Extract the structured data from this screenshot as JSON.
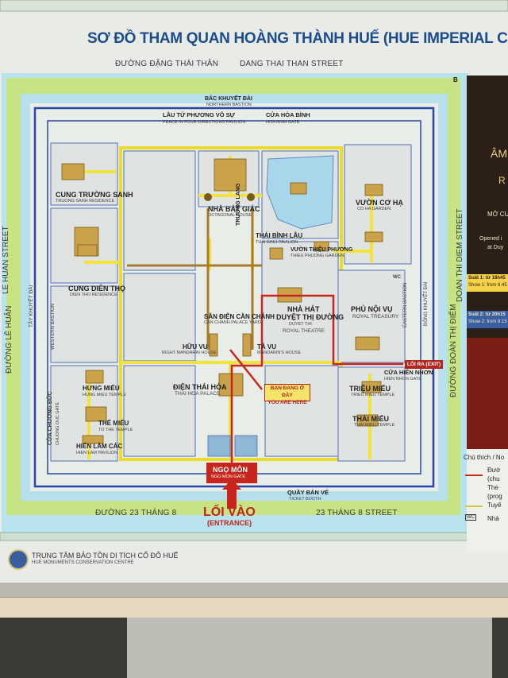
{
  "title": "SƠ ĐỒ THAM QUAN HOÀNG THÀNH HUẾ (HUE IMPERIAL CITY TOURIST",
  "streets": {
    "top_vn": "ĐƯỜNG ĐẶNG THÁI THÂN",
    "top_en": "DANG THAI THAN STREET",
    "bottom_left": "ĐƯỜNG 23 THÁNG 8",
    "bottom_right": "23 THÁNG 8 STREET",
    "left_en": "LE HUAN STREET",
    "left_vn": "ĐƯỜNG LÊ HUÂN",
    "right_en": "DOAN THI DIEM STREET",
    "right_vn": "ĐƯỜNG ĐOÀN THỊ ĐIỂM"
  },
  "places": {
    "bac_khuyet_dai": "BẮC KHUYẾT ĐÀI",
    "bac_khuyet_dai_en": "NORTHERN BASTION",
    "lau_tu_phuong": "LẦU TỨ PHƯƠNG VÔ SỰ",
    "lau_tu_phuong_en": "PEACE IN FOUR DIRECTIONS PAVILION",
    "cua_hoa_binh": "CỬA HÒA BÌNH",
    "cua_hoa_binh_en": "HOA BINH GATE",
    "cung_truong_sanh": "CUNG TRƯỜNG SANH",
    "cung_truong_sanh_en": "TRUONG SANH RESIDENCE",
    "nha_bat_giac": "NHÀ BÁT GIÁC",
    "nha_bat_giac_en": "OCTAGONAL HOUSE",
    "vuon_co_ha": "VƯỜN CƠ HẠ",
    "vuon_co_ha_en": "CO HA GARDEN",
    "truong_lang": "TRƯỜNG LANG",
    "thai_binh_lau": "THÁI BÌNH LÂU",
    "thai_binh_lau_en": "THAI BINH PAVILION",
    "vuon_thieu_phuong": "VƯỜN THIỆU PHƯƠNG",
    "vuon_thieu_phuong_en": "THIEU PHUONG GARDEN",
    "cung_dien_tho": "CUNG DIÊN THỌ",
    "cung_dien_tho_en": "DIEN THO RESIDENCE",
    "nha_hat": "NHÀ HÁT",
    "duyet_thi_duong": "DUYỆT THỊ ĐƯỜNG",
    "duyet_thi_duong_en1": "DUYET THI",
    "duyet_thi_duong_en2": "ROYAL THEATRE",
    "phu_noi_vu": "PHỦ NỘI VỤ",
    "phu_noi_vu_en": "ROYAL TREASURY",
    "san_dien_can_chanh": "SÂN ĐIỆN CẦN CHÁNH",
    "san_dien_can_chanh_en": "CAN CHANH PALACE YARD",
    "huu_vu": "HỮU VU",
    "huu_vu_en": "RIGHT MANDARIN HOUSE",
    "ta_vu": "TẢ VU",
    "ta_vu_en": "MANDARIN'S HOUSE",
    "dien_thai_hoa": "ĐIỆN THÁI HÒA",
    "dien_thai_hoa_en": "THAI HOA PALACE",
    "hung_mieu": "HƯNG MIẾU",
    "hung_mieu_en": "HUNG MIEU TEMPLE",
    "the_mieu": "THẾ MIẾU",
    "the_mieu_en": "TO THE TEMPLE",
    "hien_lam_cac": "HIỂN LÂM CÁC",
    "hien_lam_cac_en": "HIEN LAM PAVILION",
    "trieu_mieu": "TRIỆU MIẾU",
    "trieu_mieu_en": "TRIEU MIEU TEMPLE",
    "thai_mieu": "THÁI MIẾU",
    "thai_mieu_en": "THAI MIEU TEMPLE",
    "cua_hien_nhon": "CỬA HIỂN NHƠN",
    "cua_hien_nhon_en": "HIEN NHON GATE",
    "ngo_mon": "NGỌ MÔN",
    "ngo_mon_en": "NGO MON GATE",
    "quay_ban_ve": "QUẦY BÁN VÉ",
    "quay_ban_ve_en": "TICKET BOOTH",
    "cua_chuong_duc": "CỬA CHƯƠNG ĐỨC",
    "cua_chuong_duc_en": "CHUONG DUC GATE",
    "tay_khuyet_dai": "TÂY KHUYẾT ĐÀI",
    "western_bastion": "WESTERN BASTION",
    "dong_khuyet_dai": "ĐÔNG KHUYẾT ĐÀI",
    "eastern_bastion": "EASTERN BASTION"
  },
  "markers": {
    "you_are_here_vn": "BẠN ĐANG Ở ĐÂY",
    "you_are_here_en": "YOU ARE HERE",
    "exit": "LỐI RA (EXIT)",
    "entrance_vn": "LỐI VÀO",
    "entrance_en": "(ENTRANCE)",
    "north": "B",
    "wc": "WC"
  },
  "footer": {
    "org_vn": "TRUNG TÂM BẢO TỒN DI TÍCH CỐ ĐÔ HUẾ",
    "org_en": "HUE MONUMENTS CONSERVATION CENTRE"
  },
  "poster": {
    "line1": "ÂM",
    "line2": "R",
    "line3": "MỞ CU",
    "line4": "Opened i",
    "line5": "at Duy",
    "show1_vn": "Suất 1: từ 18h45",
    "show1_en": "Show 1: from 6:45",
    "show2_vn": "Suất 2: từ 20h15",
    "show2_en": "Show 2: from 8:15"
  },
  "legend": {
    "title": "Chú thích / No",
    "item1": "Đườ",
    "item1b": "(chu",
    "item1c": "The",
    "item1d": "(prog",
    "item2": "Tuyế",
    "item3": "Nhà"
  },
  "colors": {
    "outer_moat": "#a9dcef",
    "green_belt": "#bfe07a",
    "wall_blue": "#2b46a8",
    "path_yellow": "#f2e23a",
    "building": "#c9a24a",
    "route_red": "#c8261c",
    "ground": "#e6ebe6"
  }
}
